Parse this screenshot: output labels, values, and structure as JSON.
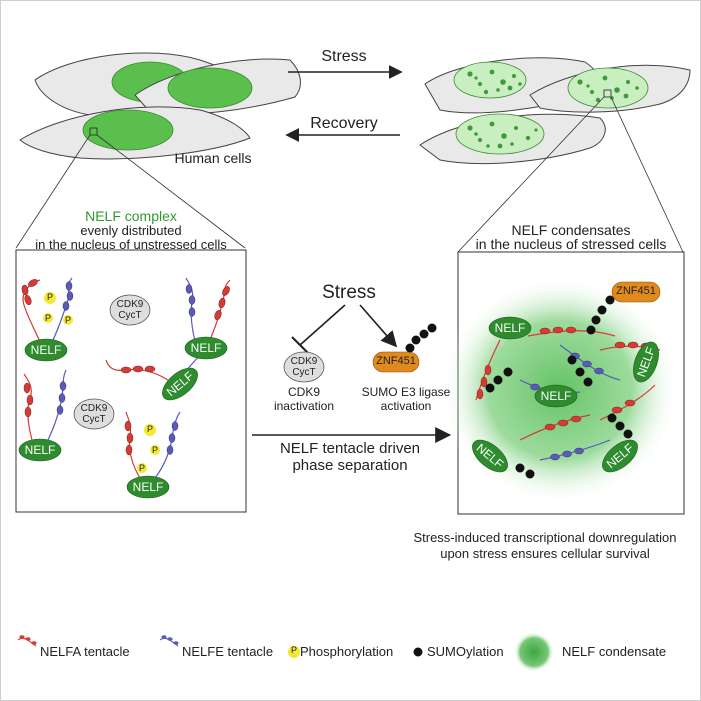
{
  "top": {
    "stress_arrow_label": "Stress",
    "recovery_arrow_label": "Recovery",
    "cells_label": "Human cells"
  },
  "left_panel": {
    "title_green": "NELF complex",
    "title_line2": "evenly distributed",
    "title_line3": "in the nucleus of unstressed cells",
    "nelf_label": "NELF",
    "phospho_label": "P",
    "cdk9_label": "CDK9",
    "cyct_label": "CycT"
  },
  "right_panel": {
    "title_line1": "NELF condensates",
    "title_line2": "in the nucleus of stressed cells",
    "nelf_label": "NELF",
    "znf_label": "ZNF451"
  },
  "middle": {
    "stress_label": "Stress",
    "cdk9_label": "CDK9",
    "cyct_label": "CycT",
    "cdk9_caption_1": "CDK9",
    "cdk9_caption_2": "inactivation",
    "znf_label": "ZNF451",
    "sumo_caption_1": "SUMO E3 ligase",
    "sumo_caption_2": "activation",
    "arrow_caption_1": "NELF tentacle driven",
    "arrow_caption_2": "phase separation"
  },
  "conclusion": {
    "line1": "Stress-induced transcriptional downregulation",
    "line2": "upon stress ensures cellular survival"
  },
  "legend": {
    "nelfa": "NELFA tentacle",
    "nelfe": "NELFE tentacle",
    "phospho_symbol": "P",
    "phospho": "Phosphorylation",
    "sumo": "SUMOylation",
    "condensate": "NELF condensate"
  },
  "colors": {
    "nelf_green": "#2e8b2e",
    "nucleus_green": "#6fcf5e",
    "nelfa_red": "#d63a34",
    "nelfe_blue": "#5a5ab8",
    "znf_orange": "#e08a1e",
    "phospho_yellow": "#f4e832"
  }
}
